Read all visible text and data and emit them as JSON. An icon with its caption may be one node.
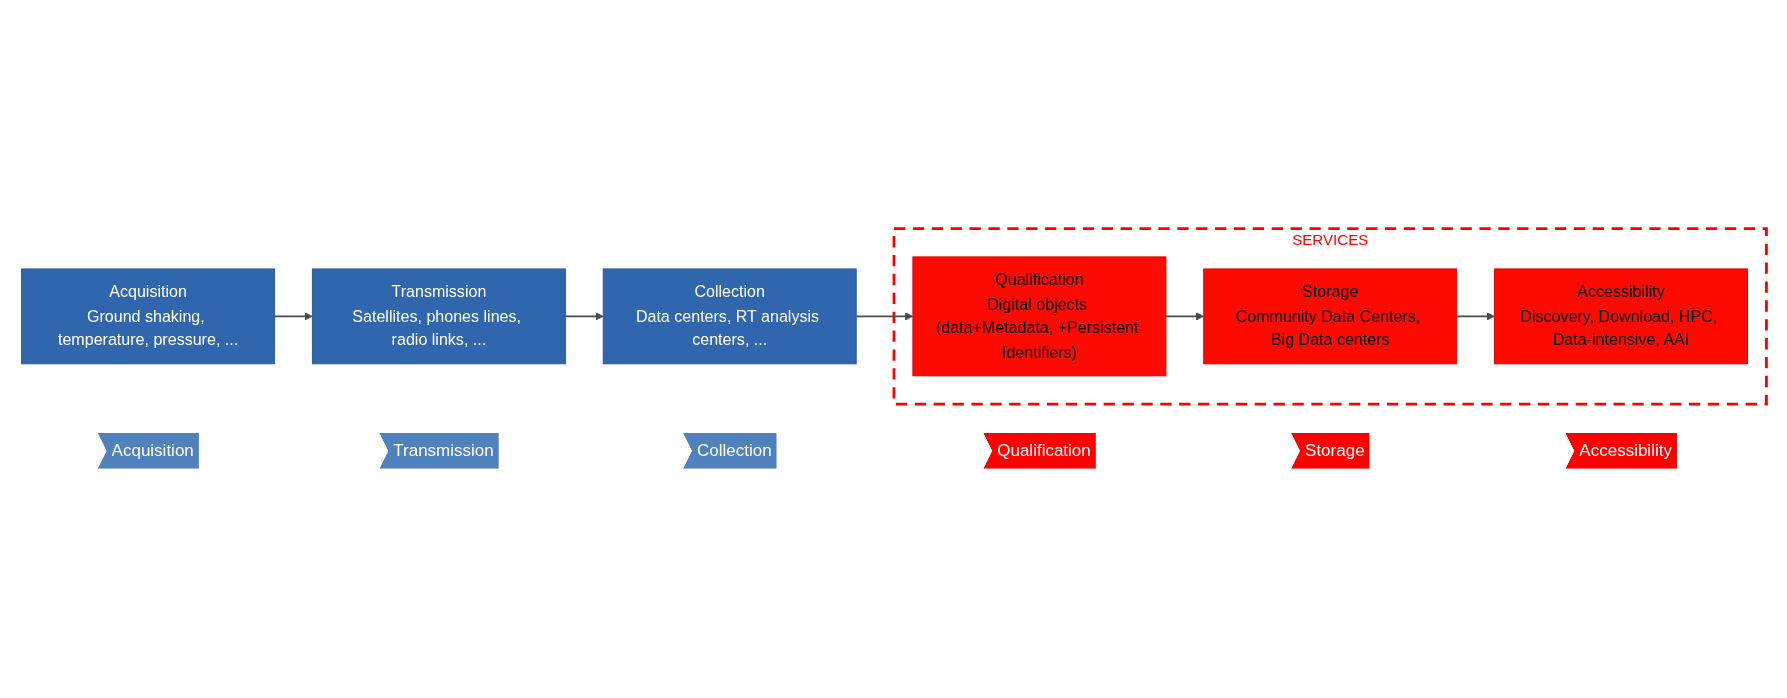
{
  "diagram": {
    "nodes": [
      {
        "text": [
          "Acquisition",
          "Ground shaking, temperature, pressure, ..."
        ]
      },
      {
        "text": [
          "Transmission",
          "Satellites, phones lines, radio links, ..."
        ]
      },
      {
        "text": [
          "Collection",
          "Data centers, RT analysis centers, ..."
        ]
      },
      {
        "text": [
          "SERVICES"
        ]
      },
      {
        "text": [
          "Qualification",
          "Digital objects (data+Metadata, +Persistent Identifiers)"
        ],
        "in": 3
      },
      {
        "text": [
          "Storage",
          "Community Data Centers, Big Data centers"
        ],
        "in": 3
      },
      {
        "text": [
          "Accessibility",
          "Discovery, Download, HPC, Data-intensive, AAI"
        ],
        "in": 3
      },
      {
        "text": [
          "Acquisition"
        ]
      },
      {
        "text": [
          "Transmission"
        ]
      },
      {
        "text": [
          "Collection"
        ]
      },
      {
        "text": [
          "Qualification"
        ]
      },
      {
        "text": [
          "Storage"
        ]
      },
      {
        "text": [
          "Accessibility"
        ]
      }
    ],
    "edges": [
      {
        "from": 0,
        "to": 1,
        "arrow": "to"
      },
      {
        "from": 1,
        "to": 2,
        "arrow": "to"
      },
      {
        "from": 2,
        "to": 4,
        "arrow": "to"
      },
      {
        "from": 4,
        "to": 5,
        "arrow": "to"
      },
      {
        "from": 5,
        "to": 6,
        "arrow": "to"
      }
    ]
  }
}
